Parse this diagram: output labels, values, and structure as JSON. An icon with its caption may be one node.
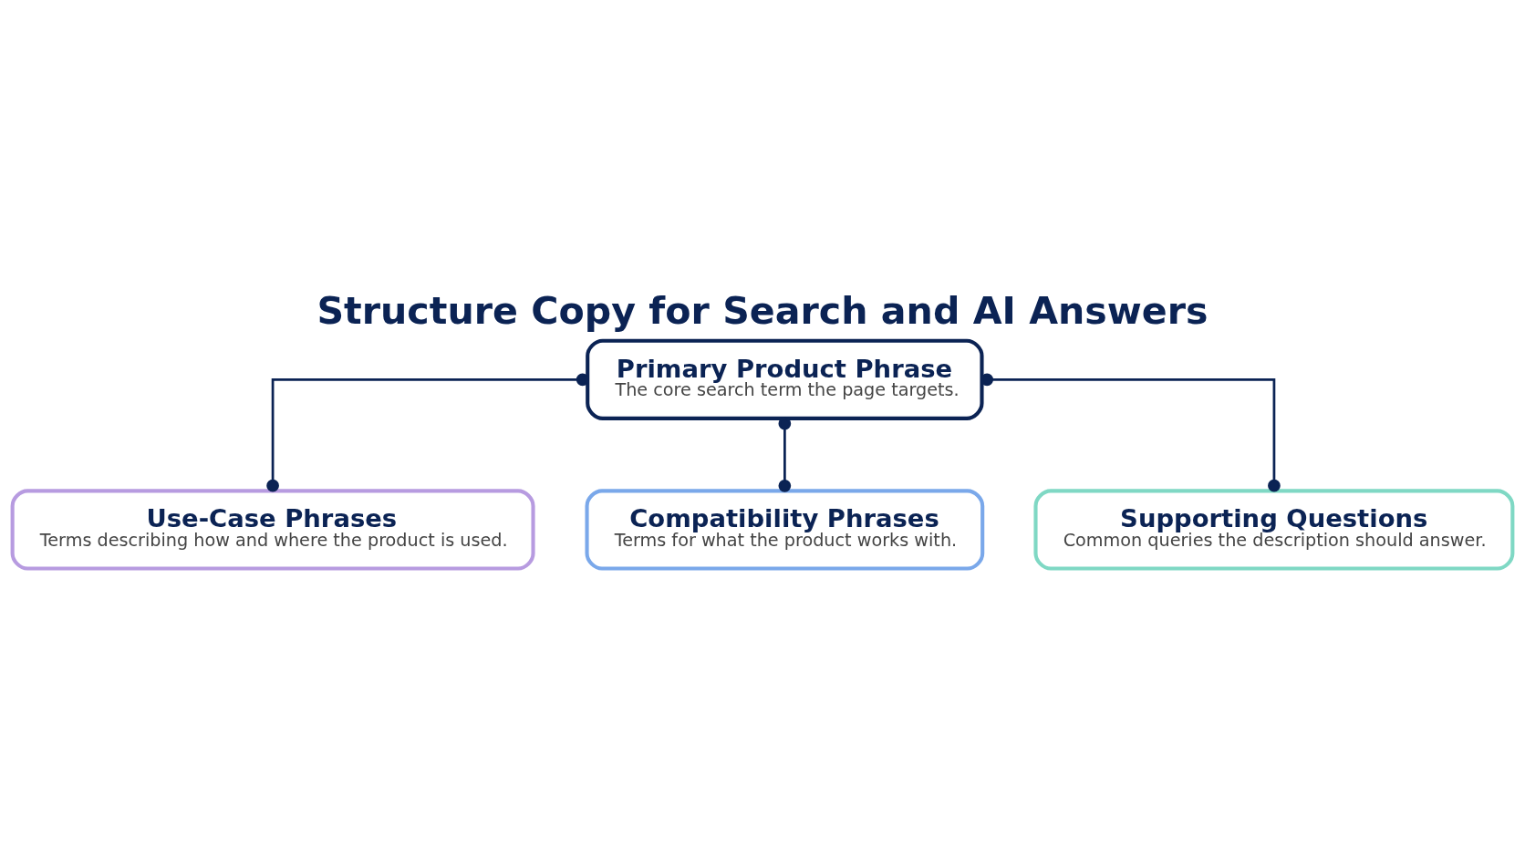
{
  "diagram": {
    "title": "Structure Copy for Search and AI Answers",
    "nodes": [
      {
        "text": [
          "Primary Product Phrase",
          "The core search term the page targets."
        ]
      },
      {
        "text": [
          "Use-Case Phrases",
          "Terms describing how and where the product is used."
        ]
      },
      {
        "text": [
          "Compatibility Phrases",
          "Terms for what the product works with."
        ]
      },
      {
        "text": [
          "Supporting Questions",
          "Common queries the description should answer."
        ]
      }
    ],
    "edges": [
      {
        "from": 0,
        "to": 1,
        "arrow": "other"
      },
      {
        "from": 0,
        "to": 2,
        "arrow": "other"
      },
      {
        "from": 0,
        "to": 3,
        "arrow": "other"
      }
    ]
  }
}
